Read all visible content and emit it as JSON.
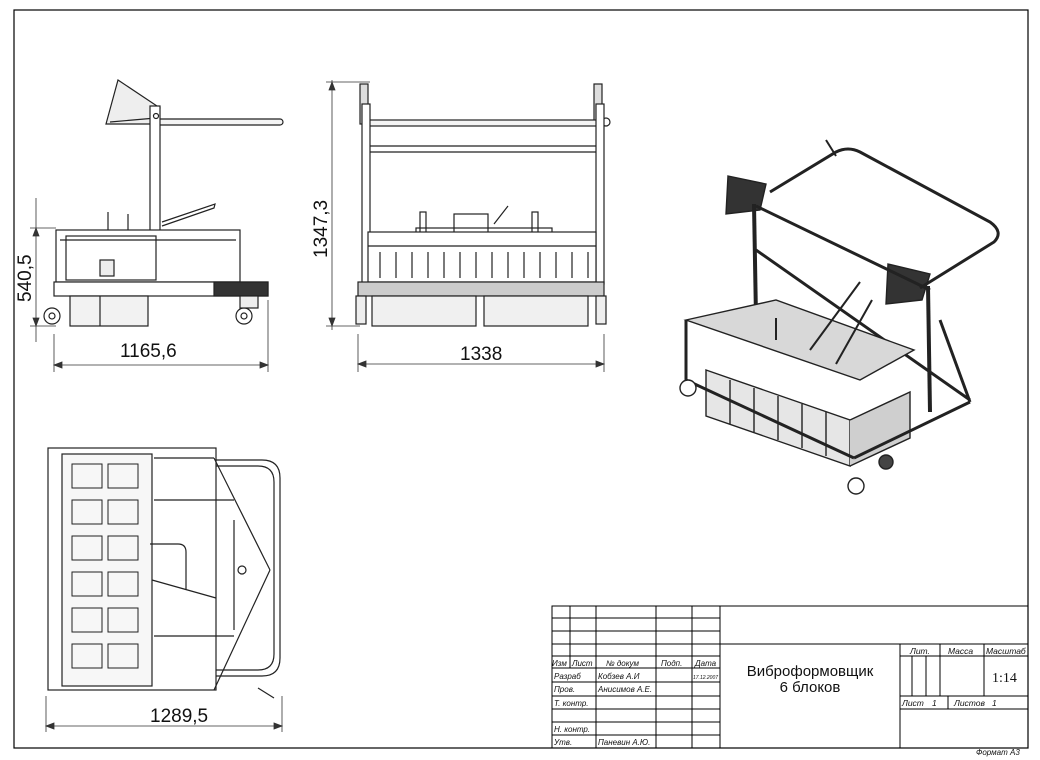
{
  "dimensions": {
    "side_height": "540,5",
    "side_length": "1165,6",
    "front_height": "1347,3",
    "front_width": "1338",
    "plan_length": "1289,5"
  },
  "title_block": {
    "headers": {
      "izm": "Изм",
      "list": "Лист",
      "doc_no": "№ докум",
      "sign": "Подп.",
      "date": "Дата",
      "lit": "Лит.",
      "mass": "Масса",
      "scale": "Масштаб"
    },
    "rows": [
      {
        "role": "Разраб",
        "name": "Кобзев А.И",
        "date": "17.12.2007"
      },
      {
        "role": "Пров.",
        "name": "Анисимов А.Е.",
        "date": ""
      },
      {
        "role": "Т. контр.",
        "name": "",
        "date": ""
      },
      {
        "role": "Н. контр.",
        "name": "",
        "date": ""
      },
      {
        "role": "Утв.",
        "name": "Паневин А.Ю.",
        "date": ""
      }
    ],
    "title_line1": "Виброформовщик",
    "title_line2": "6 блоков",
    "scale_value": "1:14",
    "sheet_label": "Лист",
    "sheet_value": "1",
    "sheets_label": "Листов",
    "sheets_value": "1"
  },
  "format_label": "Формат А3"
}
